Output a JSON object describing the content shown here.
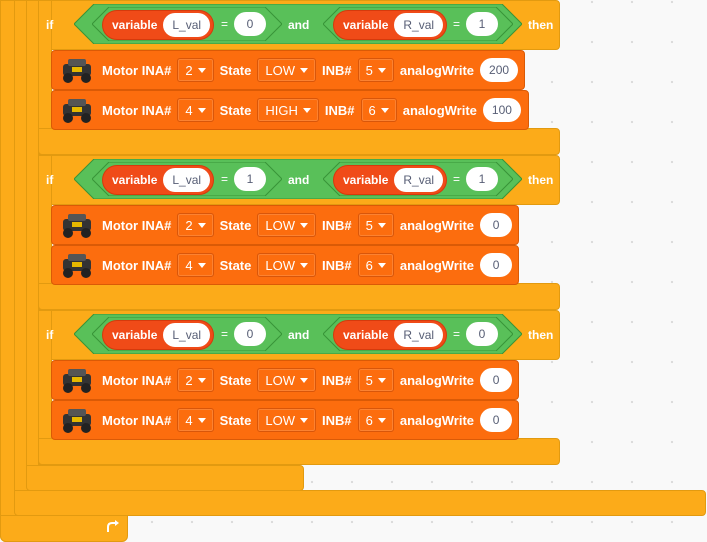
{
  "colors": {
    "control": "#fcab19",
    "operator": "#59c059",
    "motor": "#fc6d0e",
    "variable": "#f04b18"
  },
  "if_blocks": [
    {
      "if_label": "if",
      "then_label": "then",
      "and_label": "and",
      "left": {
        "var_label": "variable",
        "var_name": "L_val",
        "eq": "=",
        "value": "0"
      },
      "right": {
        "var_label": "variable",
        "var_name": "R_val",
        "eq": "=",
        "value": "1"
      },
      "motors": [
        {
          "motor_label": "Motor INA#",
          "ina": "2",
          "state_label": "State",
          "state": "LOW",
          "inb_label": "INB#",
          "inb": "5",
          "aw_label": "analogWrite",
          "aw": "200"
        },
        {
          "motor_label": "Motor INA#",
          "ina": "4",
          "state_label": "State",
          "state": "HIGH",
          "inb_label": "INB#",
          "inb": "6",
          "aw_label": "analogWrite",
          "aw": "100"
        }
      ]
    },
    {
      "if_label": "if",
      "then_label": "then",
      "and_label": "and",
      "left": {
        "var_label": "variable",
        "var_name": "L_val",
        "eq": "=",
        "value": "1"
      },
      "right": {
        "var_label": "variable",
        "var_name": "R_val",
        "eq": "=",
        "value": "1"
      },
      "motors": [
        {
          "motor_label": "Motor INA#",
          "ina": "2",
          "state_label": "State",
          "state": "LOW",
          "inb_label": "INB#",
          "inb": "5",
          "aw_label": "analogWrite",
          "aw": "0"
        },
        {
          "motor_label": "Motor INA#",
          "ina": "4",
          "state_label": "State",
          "state": "LOW",
          "inb_label": "INB#",
          "inb": "6",
          "aw_label": "analogWrite",
          "aw": "0"
        }
      ]
    },
    {
      "if_label": "if",
      "then_label": "then",
      "and_label": "and",
      "left": {
        "var_label": "variable",
        "var_name": "L_val",
        "eq": "=",
        "value": "0"
      },
      "right": {
        "var_label": "variable",
        "var_name": "R_val",
        "eq": "=",
        "value": "0"
      },
      "motors": [
        {
          "motor_label": "Motor INA#",
          "ina": "2",
          "state_label": "State",
          "state": "LOW",
          "inb_label": "INB#",
          "inb": "5",
          "aw_label": "analogWrite",
          "aw": "0"
        },
        {
          "motor_label": "Motor INA#",
          "ina": "4",
          "state_label": "State",
          "state": "LOW",
          "inb_label": "INB#",
          "inb": "6",
          "aw_label": "analogWrite",
          "aw": "0"
        }
      ]
    }
  ],
  "loop_icon": "loop-arrow-icon"
}
